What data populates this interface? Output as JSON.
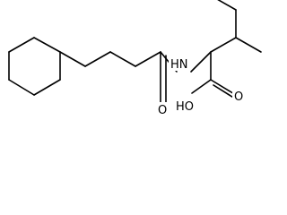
{
  "molecule": {
    "atom_labels": {
      "nh": "HN",
      "carbonyl_o": "O",
      "acid_oh": "HO",
      "acid_o": "O"
    }
  }
}
